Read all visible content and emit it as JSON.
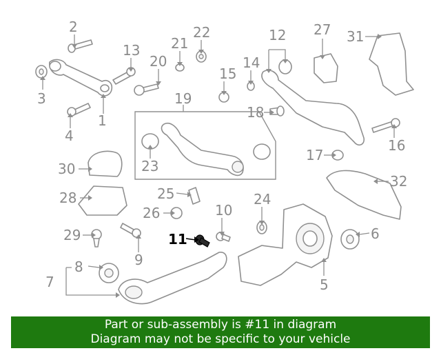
{
  "diagram": {
    "callouts": [
      "1",
      "2",
      "3",
      "4",
      "5",
      "6",
      "7",
      "8",
      "9",
      "10",
      "11",
      "12",
      "13",
      "14",
      "15",
      "16",
      "17",
      "18",
      "19",
      "20",
      "21",
      "22",
      "23",
      "24",
      "25",
      "26",
      "27",
      "28",
      "29",
      "30",
      "31",
      "32"
    ],
    "highlighted_callout": "11",
    "highlight_color": "#000000",
    "part_line_color": "#8f8f8f"
  },
  "banner": {
    "line1": "Part or sub-assembly is #11 in diagram",
    "line2": "Diagram may not be specific to your vehicle",
    "background": "#1e7a0f",
    "text_color": "#ffffff"
  }
}
